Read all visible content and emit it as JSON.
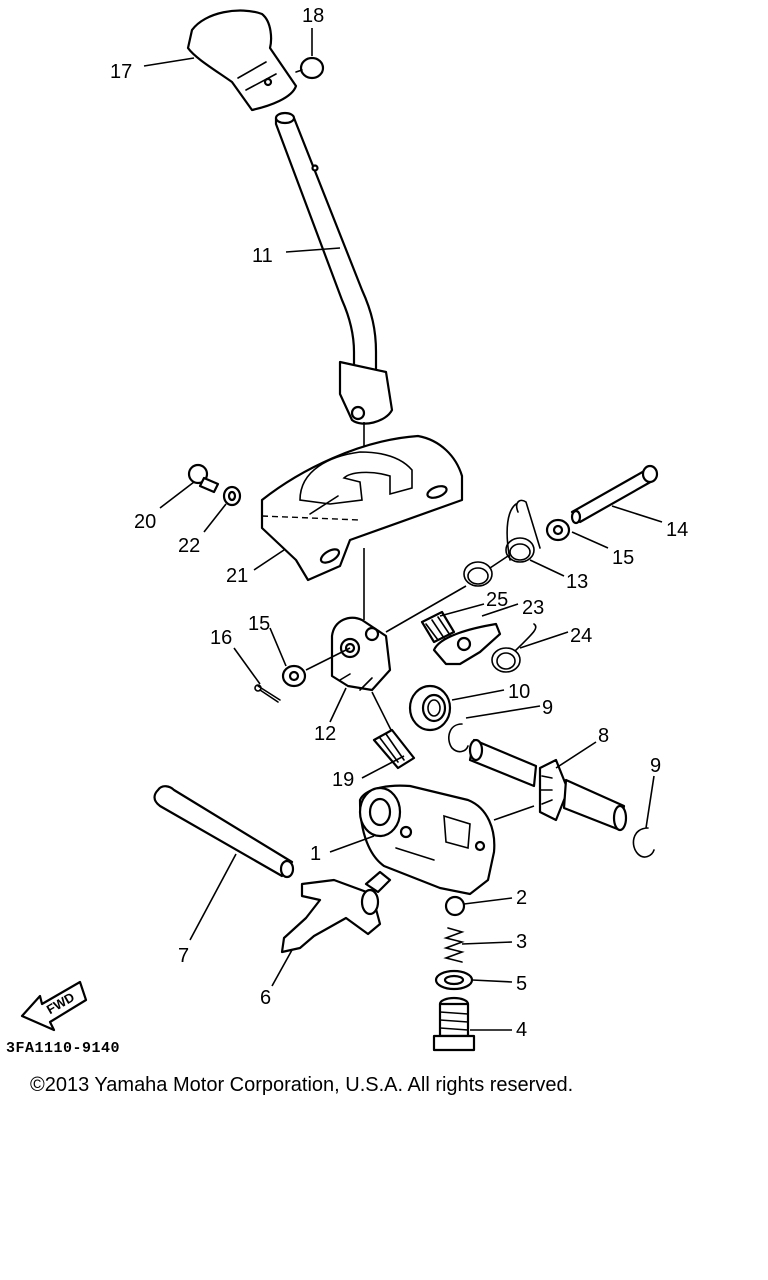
{
  "diagram": {
    "code": "3FA1110-9140",
    "copyright": "©2013 Yamaha Motor Corporation, U.S.A. All rights reserved.",
    "fwd_label": "FWD",
    "callouts": [
      {
        "id": "callout-17",
        "label": "17"
      },
      {
        "id": "callout-18",
        "label": "18"
      },
      {
        "id": "callout-11",
        "label": "11"
      },
      {
        "id": "callout-20",
        "label": "20"
      },
      {
        "id": "callout-22",
        "label": "22"
      },
      {
        "id": "callout-21",
        "label": "21"
      },
      {
        "id": "callout-14",
        "label": "14"
      },
      {
        "id": "callout-15a",
        "label": "15"
      },
      {
        "id": "callout-13",
        "label": "13"
      },
      {
        "id": "callout-25",
        "label": "25"
      },
      {
        "id": "callout-23",
        "label": "23"
      },
      {
        "id": "callout-24",
        "label": "24"
      },
      {
        "id": "callout-16",
        "label": "16"
      },
      {
        "id": "callout-15b",
        "label": "15"
      },
      {
        "id": "callout-12",
        "label": "12"
      },
      {
        "id": "callout-10",
        "label": "10"
      },
      {
        "id": "callout-9a",
        "label": "9"
      },
      {
        "id": "callout-8",
        "label": "8"
      },
      {
        "id": "callout-9b",
        "label": "9"
      },
      {
        "id": "callout-19",
        "label": "19"
      },
      {
        "id": "callout-1",
        "label": "1"
      },
      {
        "id": "callout-2",
        "label": "2"
      },
      {
        "id": "callout-3",
        "label": "3"
      },
      {
        "id": "callout-5",
        "label": "5"
      },
      {
        "id": "callout-4",
        "label": "4"
      },
      {
        "id": "callout-7",
        "label": "7"
      },
      {
        "id": "callout-6",
        "label": "6"
      }
    ]
  }
}
